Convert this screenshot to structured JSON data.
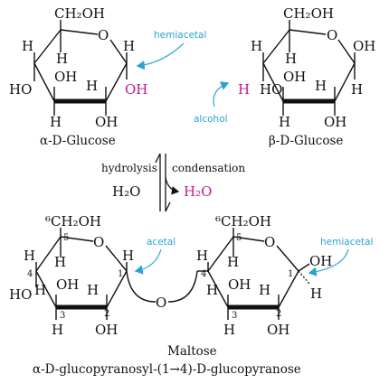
{
  "colors": {
    "magenta": "#c2188b",
    "cyan": "#2aa3d2",
    "black": "#111111"
  },
  "glucose_alpha": {
    "ch2oh": "CH₂OH",
    "ring_o": "O",
    "h_c4": "H",
    "ho_c4": "HO",
    "h_c5": "H",
    "oh_c3": "OH",
    "h_c3": "H",
    "h_c2": "H",
    "oh_c2": "OH",
    "h_c1": "H",
    "oh_c1": "OH",
    "annotation": "hemiacetal",
    "caption": "α-D-Glucose"
  },
  "glucose_beta": {
    "ch2oh": "CH₂OH",
    "ring_o": "O",
    "h_c4": "H",
    "ho_c4": "HO",
    "h_c5": "H",
    "oh_c3": "OH",
    "h_c3": "H",
    "h_c2": "H",
    "oh_c2": "OH",
    "oh_c1": "OH",
    "h_c1": "H",
    "h_highlight": "H",
    "annotation": "alcohol",
    "caption": "β-D-Glucose"
  },
  "reaction": {
    "left_label": "hydrolysis",
    "right_label": "condensation",
    "water_left": "H₂O",
    "water_right": "H₂O"
  },
  "maltose": {
    "left": {
      "ch2oh": "⁶CH₂OH",
      "ring_o": "O",
      "n5": "5",
      "h_c5": "H",
      "n4": "4",
      "h_c4": "H",
      "ho_c4": "HO",
      "oh_c3": "OH",
      "h_c3a": "H",
      "h_c2a": "H",
      "n3": "3",
      "n2": "2",
      "h_c3": "H",
      "oh_c2": "OH",
      "n1": "1",
      "h_c1": "H"
    },
    "bridge_o": "O",
    "acetal": "acetal",
    "right": {
      "ch2oh": "⁶CH₂OH",
      "ring_o": "O",
      "n5": "5",
      "h_c5": "H",
      "n4": "4",
      "h_c4": "H",
      "oh_c3": "OH",
      "h_c3a": "H",
      "h_c2a": "H",
      "n3": "3",
      "n2": "2",
      "h_c3": "H",
      "oh_c2": "OH",
      "n1": "1",
      "oh_c1": "OH",
      "h_c1": "H"
    },
    "hemiacetal": "hemiacetal",
    "caption": "Maltose",
    "subcaption": "α-D-glucopyranosyl-(1→4)-D-glucopyranose"
  }
}
